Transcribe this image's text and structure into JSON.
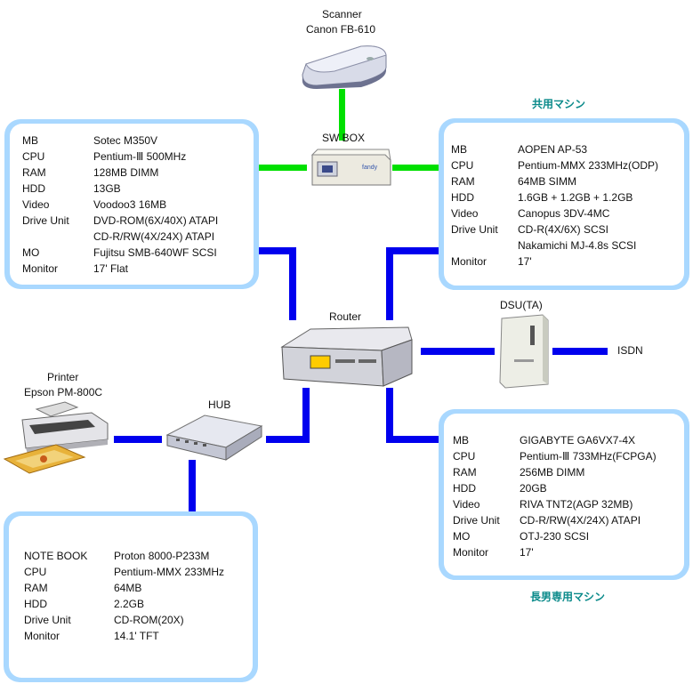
{
  "scanner": {
    "title": "Scanner",
    "model": "Canon FB-610"
  },
  "switch": {
    "label": "SW BOX"
  },
  "router": {
    "label": "Router"
  },
  "dsu": {
    "label": "DSU(TA)"
  },
  "isdn": {
    "label": "ISDN"
  },
  "hub": {
    "label": "HUB"
  },
  "printer": {
    "title": "Printer",
    "model": "Epson PM-800C"
  },
  "shared_label": "共用マシン",
  "eldest_label": "長男専用マシン",
  "pc_left": {
    "rows": [
      {
        "k": "MB",
        "v": "Sotec M350V"
      },
      {
        "k": "CPU",
        "v": "Pentium-Ⅲ 500MHz"
      },
      {
        "k": "RAM",
        "v": "128MB DIMM"
      },
      {
        "k": "HDD",
        "v": "13GB"
      },
      {
        "k": "Video",
        "v": "Voodoo3 16MB"
      },
      {
        "k": "Drive Unit",
        "v": "DVD-ROM(6X/40X) ATAPI"
      },
      {
        "k": "",
        "v": "CD-R/RW(4X/24X) ATAPI"
      },
      {
        "k": "MO",
        "v": "Fujitsu SMB-640WF SCSI"
      },
      {
        "k": "Monitor",
        "v": "17' Flat"
      }
    ]
  },
  "pc_shared": {
    "rows": [
      {
        "k": "MB",
        "v": "AOPEN AP-53"
      },
      {
        "k": "CPU",
        "v": "Pentium-MMX 233MHz(ODP)"
      },
      {
        "k": "RAM",
        "v": "64MB SIMM"
      },
      {
        "k": "HDD",
        "v": "1.6GB + 1.2GB + 1.2GB"
      },
      {
        "k": "Video",
        "v": "Canopus 3DV-4MC"
      },
      {
        "k": "Drive Unit",
        "v": "CD-R(4X/6X) SCSI"
      },
      {
        "k": "",
        "v": "Nakamichi MJ-4.8s SCSI"
      },
      {
        "k": "Monitor",
        "v": "17'"
      }
    ]
  },
  "pc_eldest": {
    "rows": [
      {
        "k": "MB",
        "v": "GIGABYTE GA6VX7-4X"
      },
      {
        "k": "CPU",
        "v": "Pentium-Ⅲ 733MHz(FCPGA)"
      },
      {
        "k": "RAM",
        "v": "256MB DIMM"
      },
      {
        "k": "HDD",
        "v": "20GB"
      },
      {
        "k": "Video",
        "v": "RIVA TNT2(AGP 32MB)"
      },
      {
        "k": "Drive Unit",
        "v": "CD-R/RW(4X/24X) ATAPI"
      },
      {
        "k": "MO",
        "v": "OTJ-230 SCSI"
      },
      {
        "k": "Monitor",
        "v": "17'"
      }
    ]
  },
  "notebook": {
    "rows": [
      {
        "k": "NOTE BOOK",
        "v": "Proton 8000-P233M"
      },
      {
        "k": "CPU",
        "v": "Pentium-MMX 233MHz"
      },
      {
        "k": "RAM",
        "v": "64MB"
      },
      {
        "k": "HDD",
        "v": "2.2GB"
      },
      {
        "k": "Drive Unit",
        "v": "CD-ROM(20X)"
      },
      {
        "k": "Monitor",
        "v": "14.1' TFT"
      }
    ]
  }
}
